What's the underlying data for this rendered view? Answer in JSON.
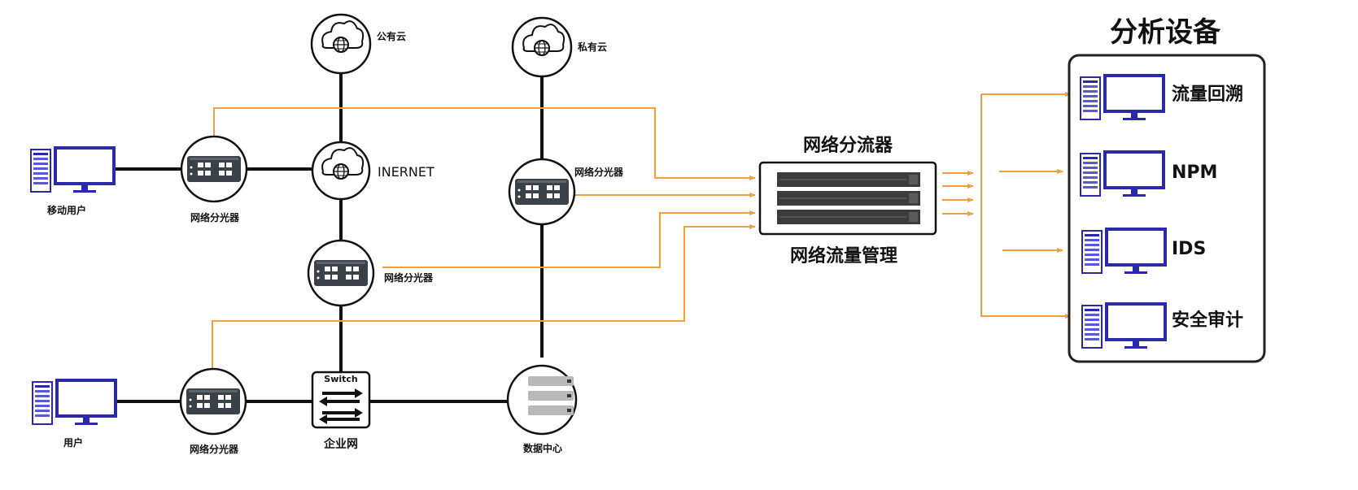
{
  "colors": {
    "link": "#111111",
    "mirror": "#f0a040",
    "device": "#2a2aa8",
    "tap_body": "#3a4148",
    "panel_border": "#222222"
  },
  "icons": {
    "cloud": "cloud-globe-icon",
    "computer": "desktop-computer-icon",
    "tap": "network-tap-icon",
    "switch": "switch-arrows-icon",
    "server": "server-rack-icon",
    "packet_broker": "packet-broker-rack-icon"
  },
  "nodes": {
    "public_cloud": "公有云",
    "private_cloud": "私有云",
    "internet": "INERNET",
    "mobile_user": "移动用户",
    "user": "用户",
    "tap_top_left": "网络分光器",
    "tap_private": "网络分光器",
    "tap_middle": "网络分光器",
    "tap_bottom_left": "网络分光器",
    "switch_label": "Switch",
    "enterprise_network": "企业网",
    "data_center": "数据中心"
  },
  "broker": {
    "title": "网络分流器",
    "subtitle": "网络流量管理"
  },
  "analysis": {
    "title": "分析设备",
    "items": [
      "流量回溯",
      "NPM",
      "IDS",
      "安全审计"
    ]
  }
}
